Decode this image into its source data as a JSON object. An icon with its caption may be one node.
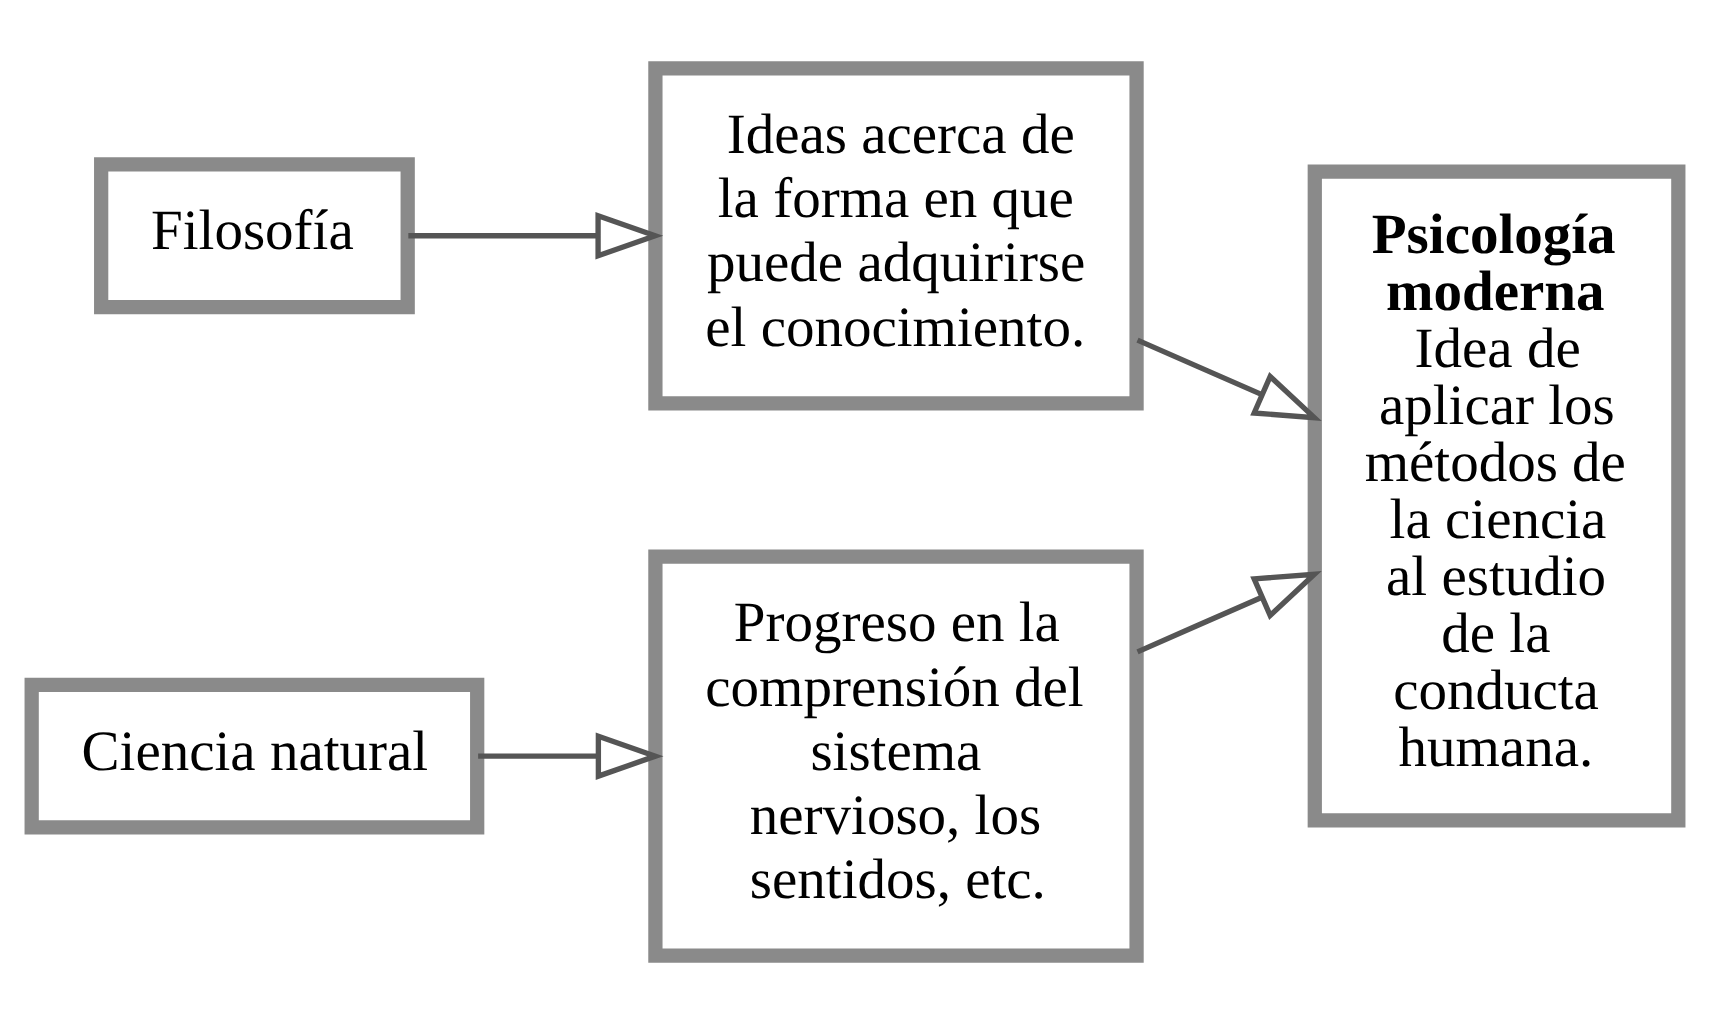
{
  "diagram": {
    "nodes": [
      {
        "text": [
          "Filosofía"
        ]
      },
      {
        "text": [
          "Ideas acerca de la forma en que puede adquirirse el conocimiento."
        ]
      },
      {
        "text": [
          "Psicología moderna",
          "Idea de aplicar los métodos de la ciencia al estudio de la conducta humana."
        ]
      },
      {
        "text": [
          "Ciencia natural"
        ]
      },
      {
        "text": [
          "Progreso en la comprensión del sistema nervioso, los sentidos, etc."
        ]
      }
    ],
    "edges": [
      {
        "from": 0,
        "to": 1,
        "arrow": "to"
      },
      {
        "from": 1,
        "to": 2,
        "arrow": "to"
      },
      {
        "from": 3,
        "to": 4,
        "arrow": "to"
      },
      {
        "from": 4,
        "to": 2,
        "arrow": "to"
      }
    ]
  }
}
